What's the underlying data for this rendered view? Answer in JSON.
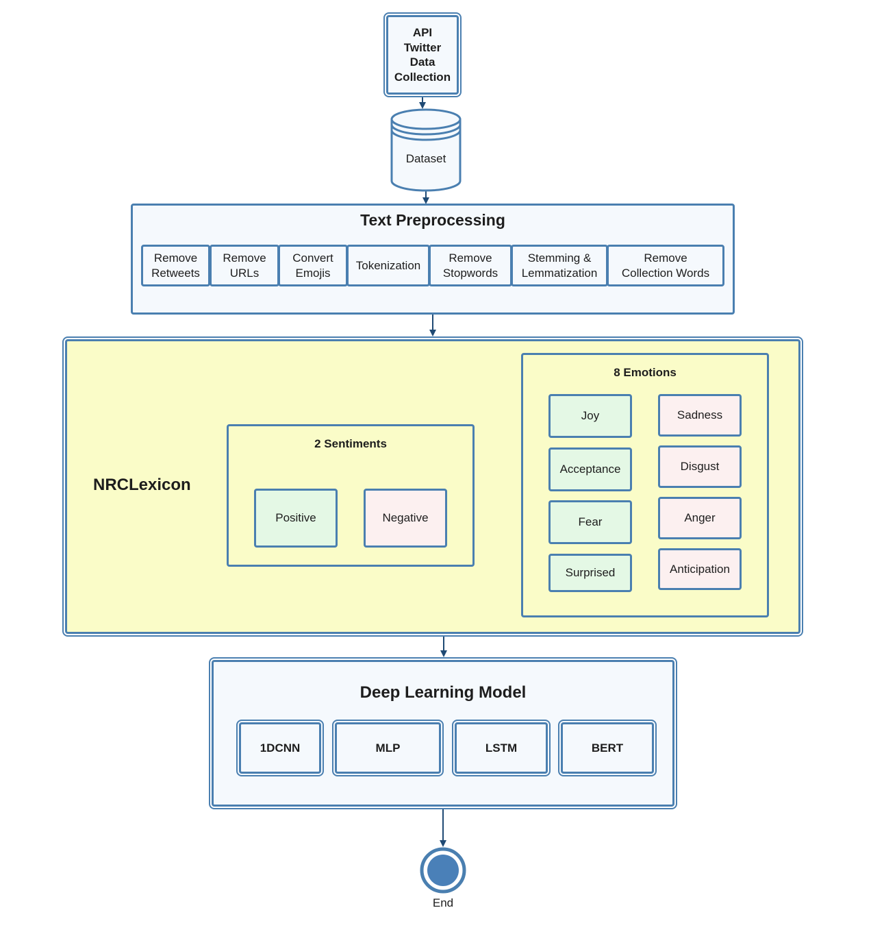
{
  "source": {
    "label": "API\nTwitter\nData\nCollection"
  },
  "dataset": {
    "label": "Dataset"
  },
  "preprocessing": {
    "title": "Text Preprocessing",
    "steps": [
      "Remove\nRetweets",
      "Remove\nURLs",
      "Convert\nEmojis",
      "Tokenization",
      "Remove\nStopwords",
      "Stemming &\nLemmatization",
      "Remove\nCollection Words"
    ]
  },
  "lexicon": {
    "title": "NRCLexicon",
    "sentiments": {
      "title": "2 Sentiments",
      "items": [
        "Positive",
        "Negative"
      ]
    },
    "emotions": {
      "title": "8 Emotions",
      "left": [
        "Joy",
        "Acceptance",
        "Fear",
        "Surprised"
      ],
      "right": [
        "Sadness",
        "Disgust",
        "Anger",
        "Anticipation"
      ]
    }
  },
  "model": {
    "title": "Deep Learning Model",
    "items": [
      "1DCNN",
      "MLP",
      "LSTM",
      "BERT"
    ]
  },
  "end": {
    "label": "End"
  },
  "colors": {
    "border": "#4a7fb0",
    "positive": "#e4f8e5",
    "negative": "#fcf0f0",
    "lexicon_bg": "#fafcc8",
    "panel_bg": "#f5f9fd",
    "end_fill": "#4a80b8"
  }
}
